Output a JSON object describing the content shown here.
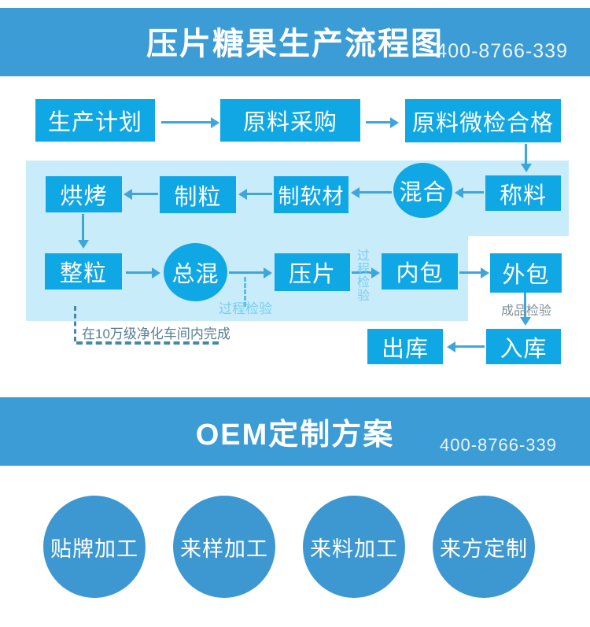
{
  "header": {
    "title": "压片糖果生产流程图",
    "phone": "400-8766-339"
  },
  "flow": {
    "nodes": {
      "plan": "生产计划",
      "purchase": "原料采购",
      "inspect_ok": "原料微检合格",
      "weigh": "称料",
      "mix": "混合",
      "soft_material": "制软材",
      "granulate": "制粒",
      "bake": "烘烤",
      "sizing": "整粒",
      "total_mix": "总混",
      "press": "压片",
      "inner_pack": "内包",
      "outer_pack": "外包",
      "store_in": "入库",
      "store_out": "出库"
    },
    "labels": {
      "process_check_bottom": "过程检验",
      "process_check_vertical": "过程检验",
      "finished_check": "成品检验",
      "cleanroom_note": "在10万级净化车间内完成"
    }
  },
  "oem": {
    "title": "OEM定制方案",
    "phone": "400-8766-339",
    "options": [
      "贴牌加工",
      "来样加工",
      "来料加工",
      "来方定制"
    ]
  },
  "colors": {
    "band_blue": "#3B9CD6",
    "node_blue": "#10A7E5",
    "light_region": "#C9ECFB",
    "arrow_blue": "#3FA6D9",
    "dashed_light_blue": "#5BBEEA",
    "process_label_blue": "#79CDF2",
    "note_blue_gray": "#557E92",
    "dash_steel_blue": "#4787AC",
    "finished_label_gray": "#7F8E96",
    "oem_circle_blue": "#3D98D2"
  }
}
